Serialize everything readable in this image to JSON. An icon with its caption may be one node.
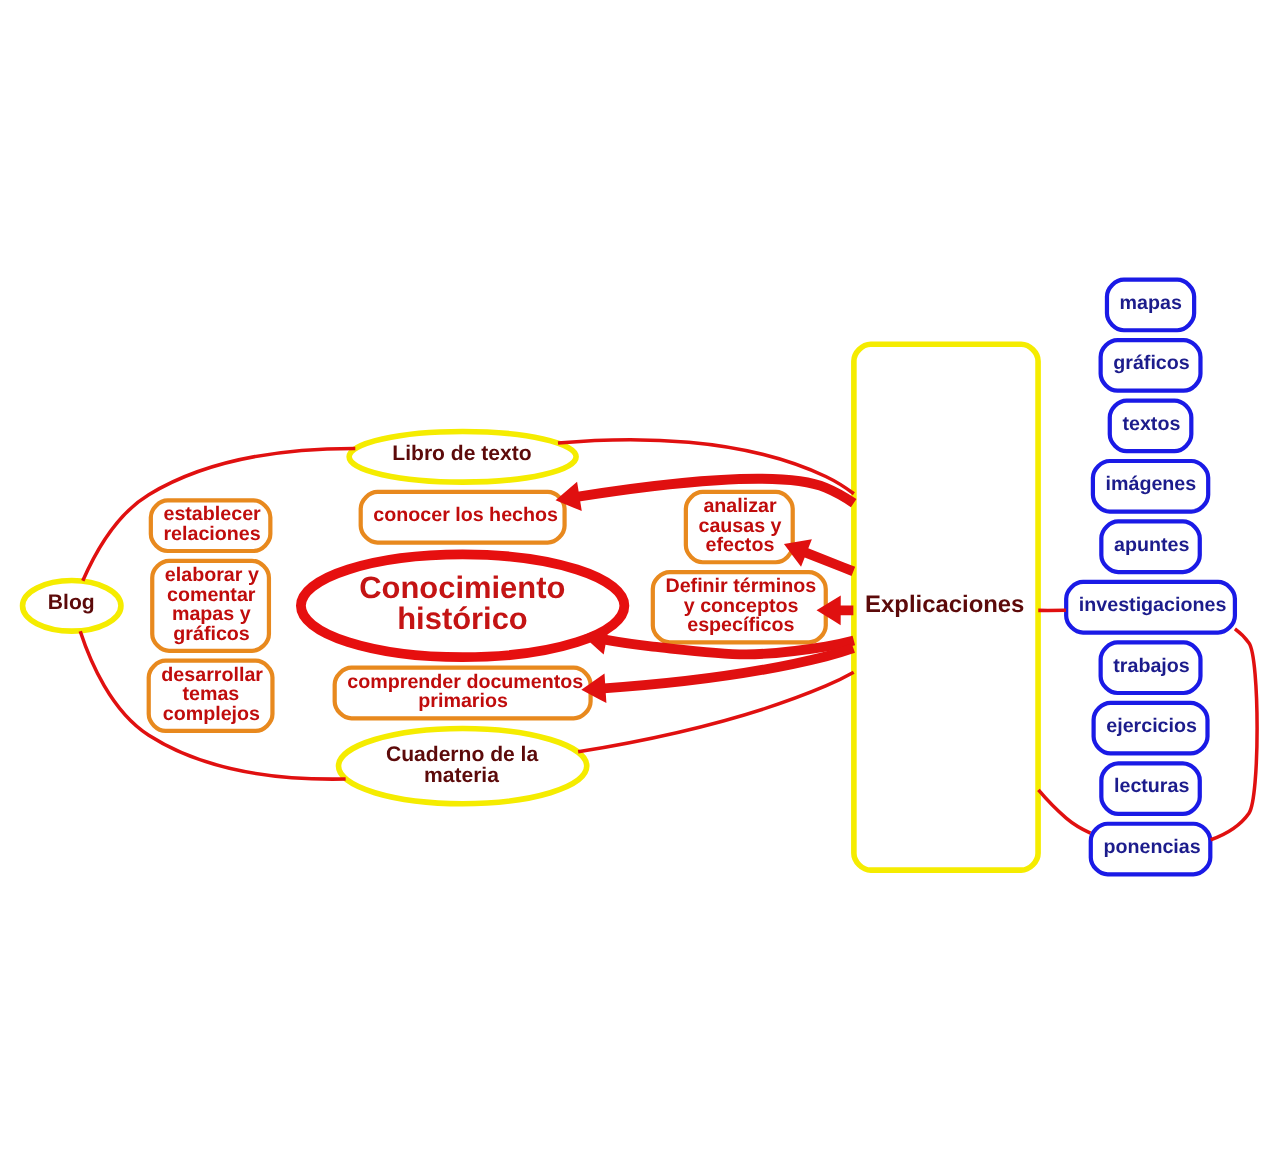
{
  "diagram": {
    "nodes": [
      {
        "text": [
          "Libro de texto"
        ]
      },
      {
        "text": [
          "conocer los hechos"
        ]
      },
      {
        "text": [
          "establecer relaciones"
        ]
      },
      {
        "text": [
          "analizar causas y efectos"
        ]
      },
      {
        "text": [
          "elaborar y comentar mapas y gráficos"
        ]
      },
      {
        "text": [
          "Blog"
        ]
      },
      {
        "text": [
          "Conocimiento histórico"
        ]
      },
      {
        "text": [
          "desarrollar temas complejos"
        ]
      },
      {
        "text": [
          "Definir términos y conceptos específicos"
        ]
      },
      {
        "text": [
          "comprender documentos primarios"
        ]
      },
      {
        "text": [
          "Cuaderno de la materia"
        ]
      },
      {
        "text": [
          "Explicaciones"
        ]
      },
      {
        "text": [
          "mapas"
        ]
      },
      {
        "text": [
          "gráficos"
        ]
      },
      {
        "text": [
          "textos"
        ]
      },
      {
        "text": [
          "imágenes"
        ]
      },
      {
        "text": [
          "apuntes"
        ]
      },
      {
        "text": [
          "investigaciones"
        ]
      },
      {
        "text": [
          "trabajos"
        ]
      },
      {
        "text": [
          "ejercicios"
        ]
      },
      {
        "text": [
          "lecturas"
        ]
      },
      {
        "text": [
          "ponencias"
        ]
      }
    ],
    "edges": [
      {
        "from": 0,
        "to": 5,
        "arrow": "none"
      },
      {
        "from": 10,
        "to": 5,
        "arrow": "none"
      },
      {
        "from": 11,
        "to": 10,
        "arrow": "none"
      },
      {
        "from": 21,
        "to": 11,
        "arrow": "none"
      },
      {
        "from": 17,
        "to": 21,
        "arrow": "none"
      },
      {
        "from": 17,
        "to": 11,
        "arrow": "none"
      },
      {
        "from": 11,
        "to": 0,
        "arrow": "none"
      },
      {
        "from": 11,
        "to": 1,
        "arrow": "to",
        "style": "thick"
      },
      {
        "from": 11,
        "to": 3,
        "arrow": "to",
        "style": "thick"
      },
      {
        "from": 11,
        "to": 6,
        "arrow": "to",
        "style": "thick"
      },
      {
        "from": 11,
        "to": 8,
        "arrow": "to",
        "style": "thick"
      },
      {
        "from": 11,
        "to": 9,
        "arrow": "to",
        "style": "thick"
      }
    ]
  }
}
